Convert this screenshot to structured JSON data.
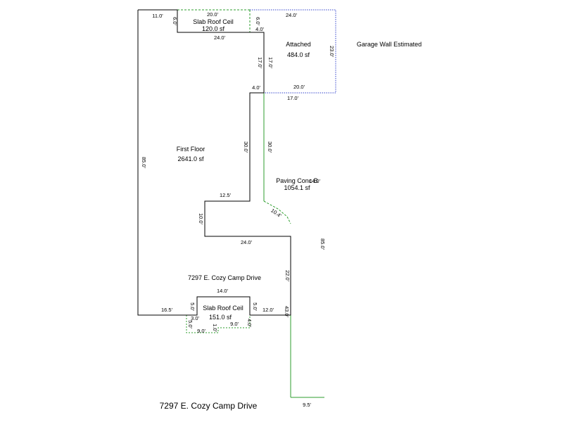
{
  "colors": {
    "floor_line": "#000000",
    "paving_line": "#2e9e2e",
    "garage_line": "#3344cc"
  },
  "areas": {
    "slab_top": {
      "name": "Slab Roof Ceil",
      "area": "120.0 sf"
    },
    "garage": {
      "name": "Attached",
      "area": "484.0 sf"
    },
    "garage_note": "Garage Wall Estimated",
    "first_floor": {
      "name": "First Floor",
      "area": "2641.0 sf"
    },
    "paving": {
      "name": "Paving Conc B",
      "area": "1054.1 sf"
    },
    "slab_bottom": {
      "name": "Slab Roof Ceil",
      "area": "151.0 sf"
    }
  },
  "address_inner": "7297 E. Cozy Camp Drive",
  "address_footer": "7297 E. Cozy Camp Drive",
  "dimensions": {
    "d_11_0": "11.0'",
    "d_20_0_top": "20.0'",
    "d_24_0_garage_top": "24.0'",
    "d_6_0_a": "6.0'",
    "d_6_0_b": "6.0'",
    "d_4_0_top": "4.0'",
    "d_24_0_slab": "24.0'",
    "d_23_0": "23.0'",
    "d_17_0_a": "17.0'",
    "d_17_0_b": "17.0'",
    "d_4_0_mid": "4.0'",
    "d_20_0_mid": "20.0'",
    "d_17_0_horiz": "17.0'",
    "d_85_0_left": "85.0'",
    "d_30_0_a": "30.0'",
    "d_30_0_b": "30.0'",
    "d_14_0_paving": "14.0'",
    "d_12_5": "12.5'",
    "d_10_0": "10.0'",
    "d_10_4": "10.4'",
    "d_24_0_notch": "24.0'",
    "d_85_0_right": "85.0'",
    "d_22_0": "22.0'",
    "d_14_0_slab": "14.0'",
    "d_16_5": "16.5'",
    "d_5_0_a": "5.0'",
    "d_5_0_b": "5.0'",
    "d_12_0": "12.0'",
    "d_43_0": "43.0'",
    "d_3_0": "3.0'",
    "d_5_0_c": "5.0'",
    "d_1_0": "1.0'",
    "d_9_0_a": "9.0'",
    "d_9_0_b": "9.0'",
    "d_4_0_c": "4.0'",
    "d_9_5": "9.5'"
  }
}
